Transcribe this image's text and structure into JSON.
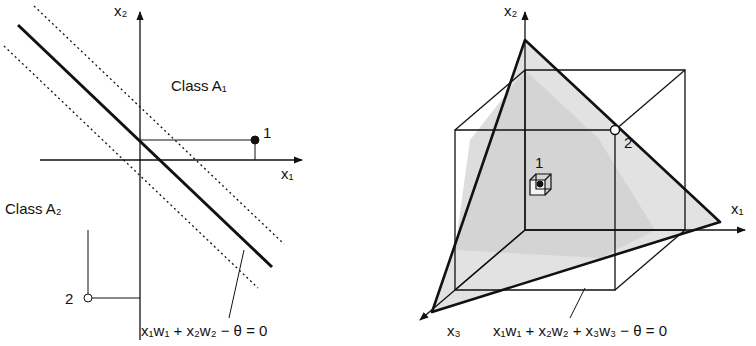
{
  "diagram": {
    "labels": [
      "x₂",
      "Class A₁",
      "1",
      "x₁",
      "Class A₂",
      "2",
      "x₁w₁ + x₂w₂ − θ = 0",
      "x₂",
      "1",
      "2",
      "x₁",
      "x₁w₁ + x₂w₂ + x₃w₃ − θ = 0",
      "x₃"
    ]
  }
}
